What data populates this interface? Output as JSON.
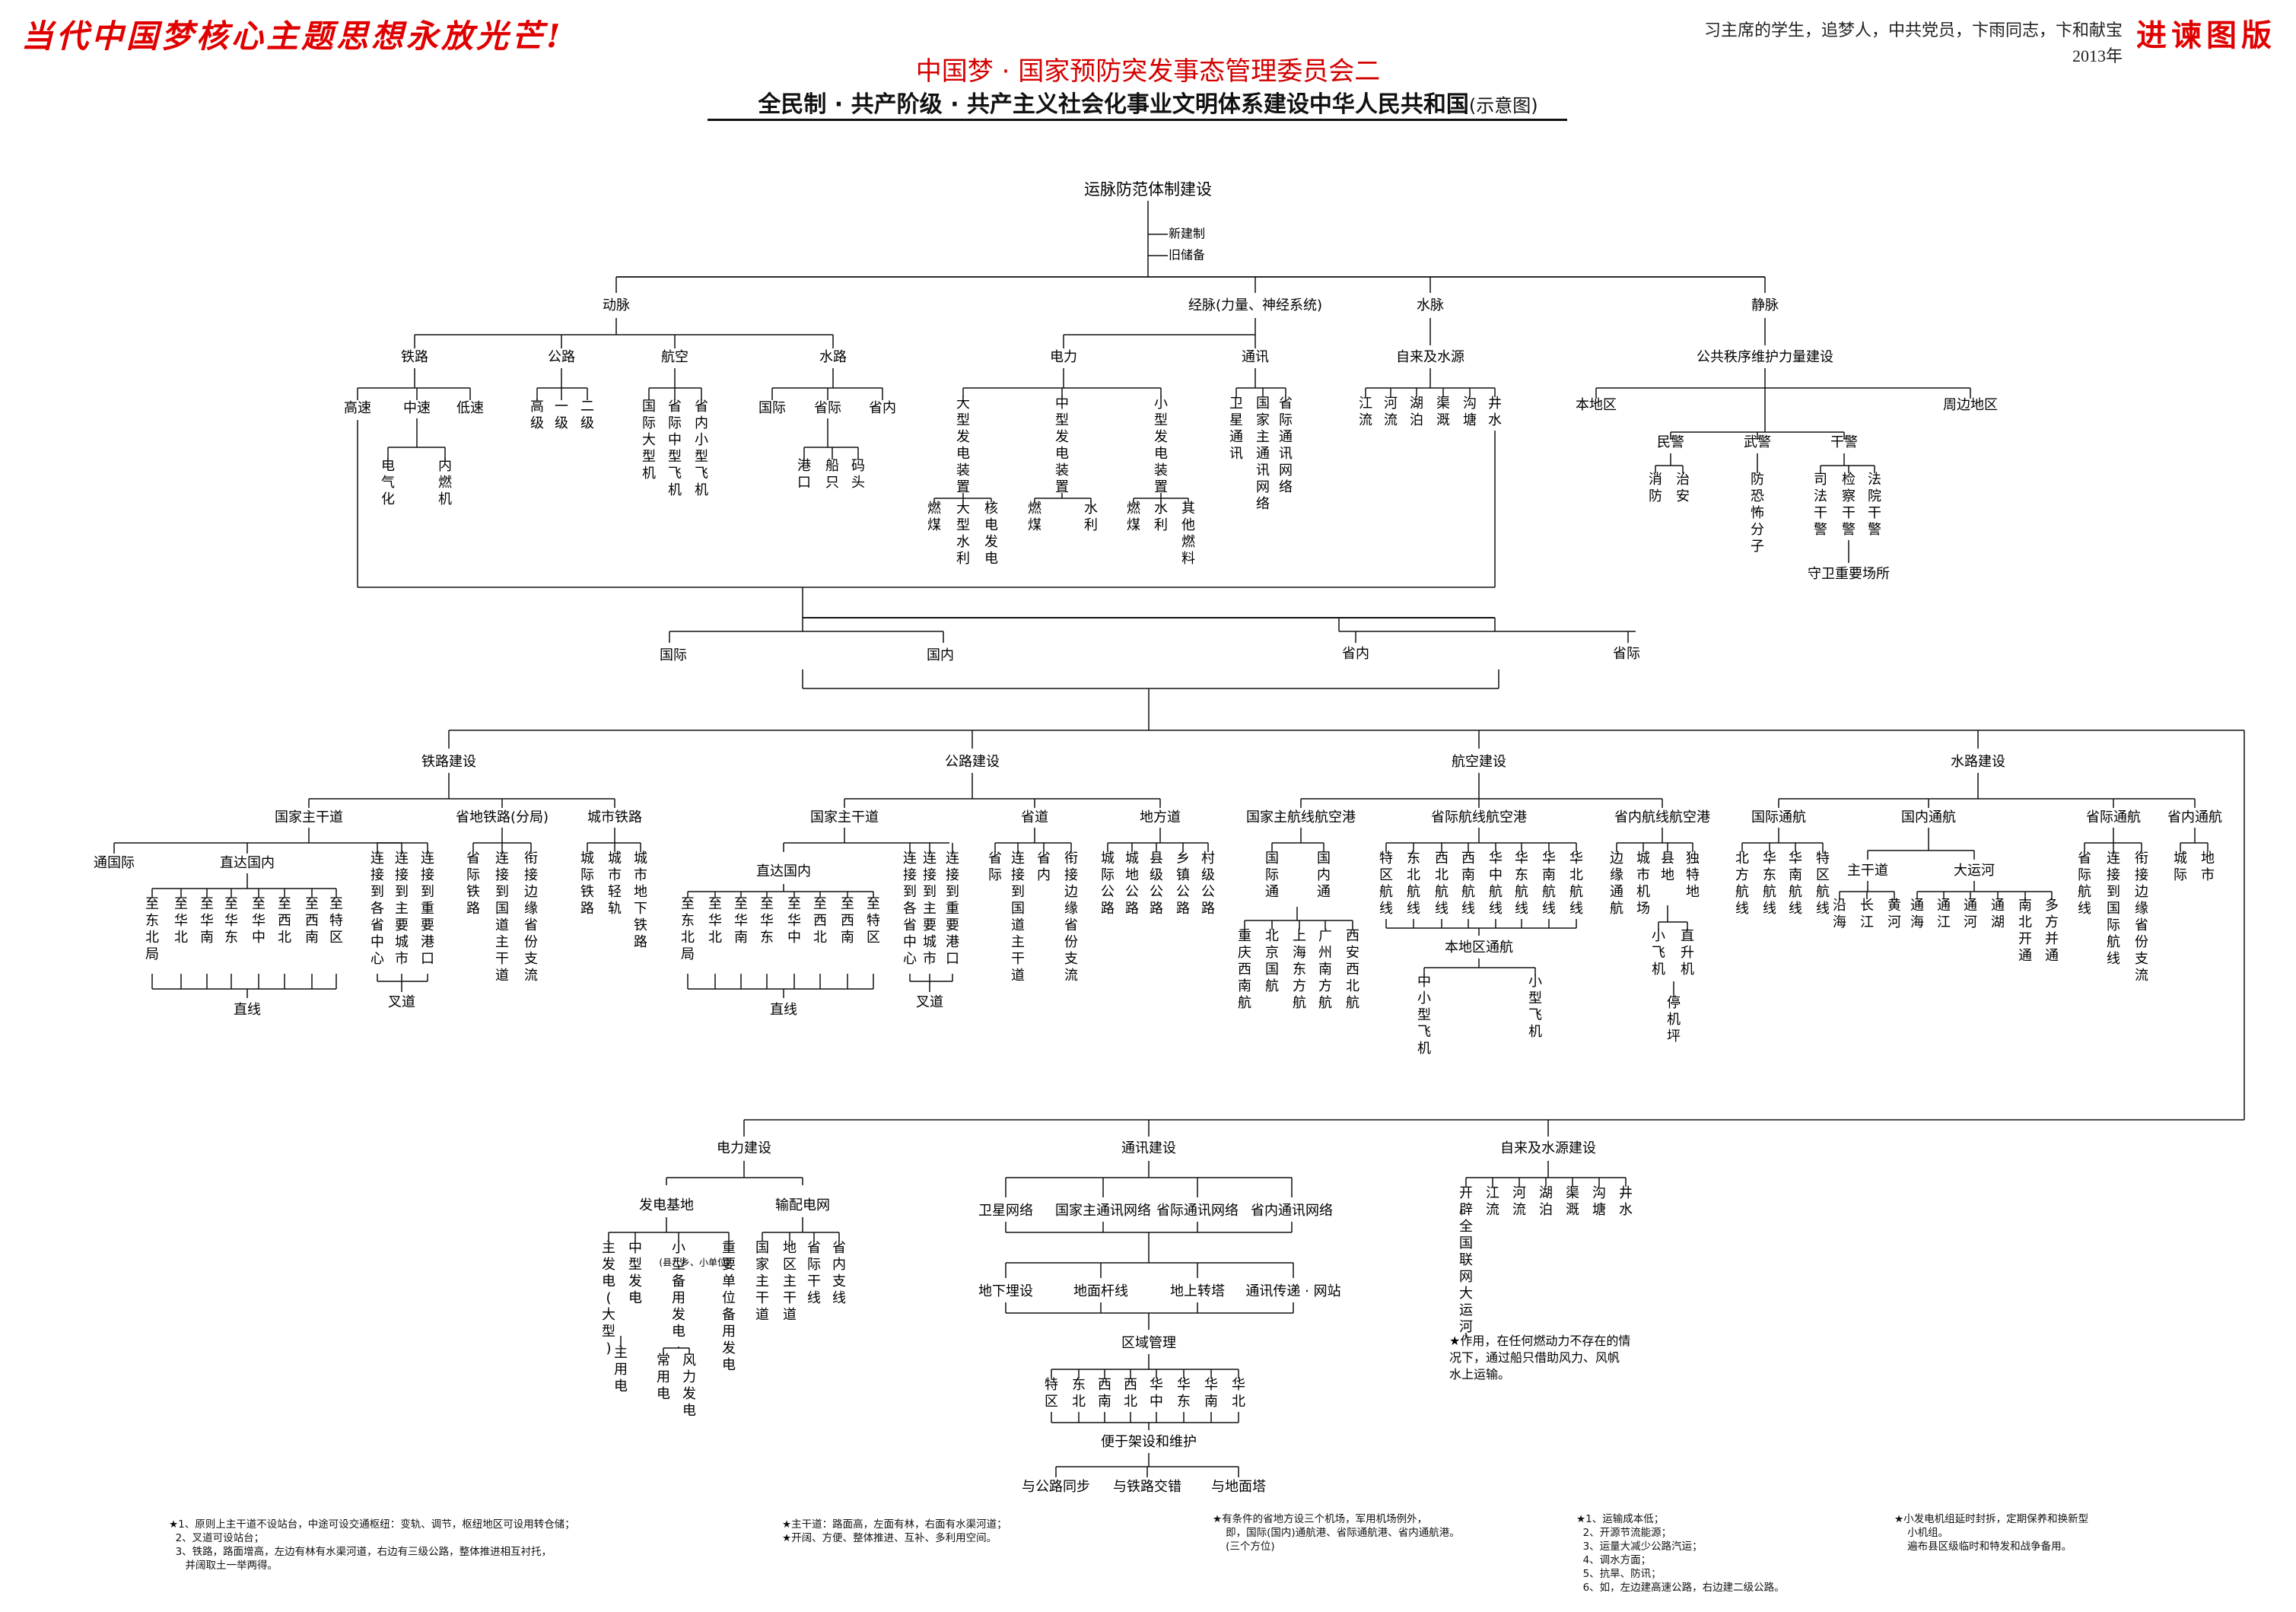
{
  "header": {
    "slogan": "当代中国梦核心主题思想永放光芒!",
    "edition": "进谏图版",
    "author": "习主席的学生，追梦人，中共党员，卞雨同志，卞和献宝",
    "year": "2013年",
    "title": "中国梦 · 国家预防突发事态管理委员会二",
    "subtitle": "全民制 · 共产阶级 · 共产主义社会化事业文明体系建设中华人民共和国",
    "subtitle_note": "(示意图)"
  },
  "nodes": {
    "root": "运脉防范体制建设",
    "side_a": "新建制",
    "side_b": "旧储备",
    "l1": [
      "动脉",
      "经脉(力量、神经系统)",
      "水脉",
      "静脉"
    ],
    "dong": [
      "铁路",
      "公路",
      "航空",
      "水路"
    ],
    "rail": [
      "高速",
      "中速",
      "低速"
    ],
    "rail_sub": [
      "电气化",
      "内燃机"
    ],
    "road": [
      "高级",
      "一级",
      "二级"
    ],
    "air": [
      "国际大型机",
      "省际中型飞机",
      "省内小型飞机"
    ],
    "water": [
      "国际",
      "省际",
      "省内"
    ],
    "water_sub": [
      "港口",
      "船只",
      "码头"
    ],
    "jing": [
      "电力",
      "通讯"
    ],
    "power": [
      "大型发电装置",
      "中型发电装置",
      "小型发电装置"
    ],
    "power_big": [
      "燃煤",
      "大型水利",
      "核电发电"
    ],
    "power_mid": [
      "燃煤",
      "水利"
    ],
    "power_small": [
      "燃煤",
      "水利",
      "其他燃料"
    ],
    "comm": [
      "卫星通讯",
      "国家主通讯网络",
      "省际通讯网络"
    ],
    "shui_top": "自来及水源",
    "shui": [
      "江流",
      "河流",
      "湖泊",
      "渠溉",
      "沟塘",
      "井水"
    ],
    "jing_top": "公共秩序维护力量建设",
    "jing_regions": [
      "本地区",
      "周边地区"
    ],
    "police": [
      "民警",
      "武警",
      "干警"
    ],
    "min": [
      "消防",
      "治安"
    ],
    "wu": [
      "防恐怖分子"
    ],
    "gan": [
      "司法干警",
      "检察干警",
      "法院干警"
    ],
    "gan_sub": "守卫重要场所",
    "mid": [
      "国际",
      "国内",
      "省内",
      "省际"
    ],
    "build": [
      "铁路建设",
      "公路建设",
      "航空建设",
      "水路建设"
    ],
    "rb": [
      "国家主干道",
      "省地铁路(分局)",
      "城市铁路"
    ],
    "rb_gj": [
      "通国际",
      "直达国内"
    ],
    "rb_zd": [
      "至东北局",
      "至华北",
      "至华南",
      "至华东",
      "至华中",
      "至西北",
      "至西南",
      "至特区"
    ],
    "rb_lian": [
      "连接到各省中心",
      "连接到主要城市",
      "连接到重要港口"
    ],
    "rb_sd": [
      "省际铁路",
      "连接到国道主干道",
      "衔接边缘省份支流"
    ],
    "rb_cs": [
      "城际铁路",
      "城市轻轨",
      "城市地下铁路"
    ],
    "rb_bottom": [
      "直线",
      "叉道"
    ],
    "gb": [
      "国家主干道",
      "省道",
      "地方道"
    ],
    "gb_zd": [
      "至东北局",
      "至华北",
      "至华南",
      "至华东",
      "至华中",
      "至西北",
      "至西南",
      "至特区"
    ],
    "gb_zd_label": "直达国内",
    "gb_lian": [
      "连接到各省中心",
      "连接到主要城市",
      "连接到重要港口"
    ],
    "gb_sd": [
      "省际",
      "连接到国道主干道",
      "省内",
      "衔接边缘省份支流"
    ],
    "gb_df": [
      "城际公路",
      "城地公路",
      "县级公路",
      "乡镇公路",
      "村级公路"
    ],
    "gb_bottom": [
      "直线",
      "叉道"
    ],
    "ab": [
      "国家主航线航空港",
      "省际航线航空港",
      "省内航线航空港"
    ],
    "ab_gj": [
      "国际通",
      "国内通"
    ],
    "ab_gj_sub": [
      "重庆西南航",
      "北京国航",
      "上海东方航",
      "广州南方航",
      "西安西北航"
    ],
    "ab_sj": [
      "特区航线",
      "东北航线",
      "西北航线",
      "西南航线",
      "华中航线",
      "华东航线",
      "华南航线",
      "华北航线"
    ],
    "ab_sj_sub": "本地区通航",
    "ab_sj_sub2": [
      "中小型飞机",
      "小型飞机"
    ],
    "ab_sn": [
      "边缘通航",
      "城市机场",
      "县地",
      "独特地"
    ],
    "ab_sn_sub": [
      "小飞机",
      "直升机"
    ],
    "ab_sn_sub2": "停机坪",
    "wb": [
      "国际通航",
      "国内通航",
      "省际通航",
      "省内通航"
    ],
    "wb_gj": [
      "北方航线",
      "华东航线",
      "华南航线",
      "特区航线"
    ],
    "wb_gn": [
      "主干道",
      "大运河"
    ],
    "wb_zg": [
      "沿海",
      "长江",
      "黄河"
    ],
    "wb_dy": [
      "通海",
      "通江",
      "通河",
      "通湖",
      "南北开通",
      "多方并通"
    ],
    "wb_sj": [
      "省际航线",
      "连接到国际航线",
      "衔接边缘省份支流"
    ],
    "wb_sn": [
      "城际",
      "地市"
    ],
    "low": [
      "电力建设",
      "通讯建设",
      "自来及水源建设"
    ],
    "pw": [
      "发电基地",
      "输配电网"
    ],
    "pw_fd": [
      "主发电(大型)",
      "中型发电",
      "小型备用发电(县、乡、小单位)",
      "重要单位备用发电"
    ],
    "pw_fd_sub": [
      "主用电",
      "常用电",
      "风力发电"
    ],
    "pw_sp": [
      "国家主干道",
      "地区主干道",
      "省际干线",
      "省内支线"
    ],
    "cm1": [
      "卫星网络",
      "国家主通讯网络",
      "省际通讯网络",
      "省内通讯网络"
    ],
    "cm2": [
      "地下埋设",
      "地面杆线",
      "地上转塔",
      "通讯传递 · 网站"
    ],
    "cm3": "区域管理",
    "cm4": [
      "特区",
      "东北",
      "西南",
      "西北",
      "华中",
      "华东",
      "华南",
      "华北"
    ],
    "cm5": "便于架设和维护",
    "cm6": [
      "与公路同步",
      "与铁路交错",
      "与地面塔"
    ],
    "ws": [
      "开辟全国联网大运河",
      "江流",
      "河流",
      "湖泊",
      "渠溉",
      "沟塘",
      "井水"
    ],
    "ws_note": "★作用，在任何燃动力不存在的情\n况下，通过船只借助风力、风帆\n水上运输。"
  },
  "notes": [
    "★1、原则上主干道不设站台，中途可设交通枢纽：变轨、调节，枢纽地区可设用转仓储；\n  2、叉道可设站台；\n  3、铁路，路面增高，左边有林有水渠河道，右边有三级公路，整体推进相互衬托，\n     并阔取土一举两得。",
    "★主干道：路面高，左面有林，右面有水渠河道；\n★开阔、方便、整体推进、互补、多利用空间。",
    "★有条件的省地方设三个机场，军用机场例外，\n    即，国际(国内)通航港、省际通航港、省内通航港。\n    (三个方位)",
    "★1、运输成本低；\n  2、开源节流能源；\n  3、运量大减少公路汽运；\n  4、调水方面；\n  5、抗旱、防讯；\n  6、如，左边建高速公路，右边建二级公路。",
    "★小发电机组延时封拆，定期保养和换新型\n    小机组。\n    遍布县区级临时和特发和战争备用。"
  ],
  "colors": {
    "accent": "#e00000",
    "line": "#111111"
  }
}
